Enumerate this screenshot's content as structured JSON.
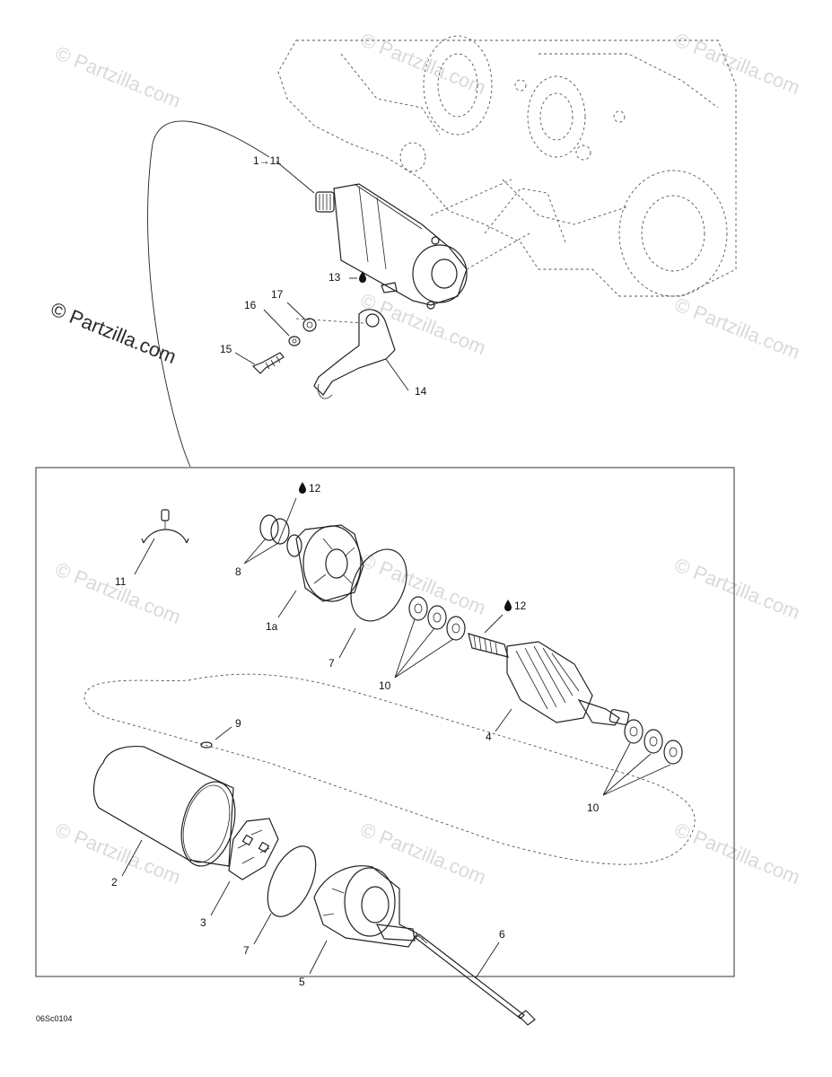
{
  "labels": {
    "l_1_11": "1→11",
    "l_13": "13",
    "l_17": "17",
    "l_16": "16",
    "l_15": "15",
    "l_14": "14",
    "l_12a": "12",
    "l_11": "11",
    "l_8": "8",
    "l_1a": "1a",
    "l_7a": "7",
    "l_12b": "12",
    "l_10a": "10",
    "l_4": "4",
    "l_9": "9",
    "l_10b": "10",
    "l_2": "2",
    "l_3": "3",
    "l_7b": "7",
    "l_5": "5",
    "l_6": "6"
  },
  "watermark": "© Partzilla.com",
  "copyright_main": "© Partzilla.com",
  "drawing_code": "06Sc0104",
  "icons": {
    "grease": "grease-drop-icon"
  }
}
